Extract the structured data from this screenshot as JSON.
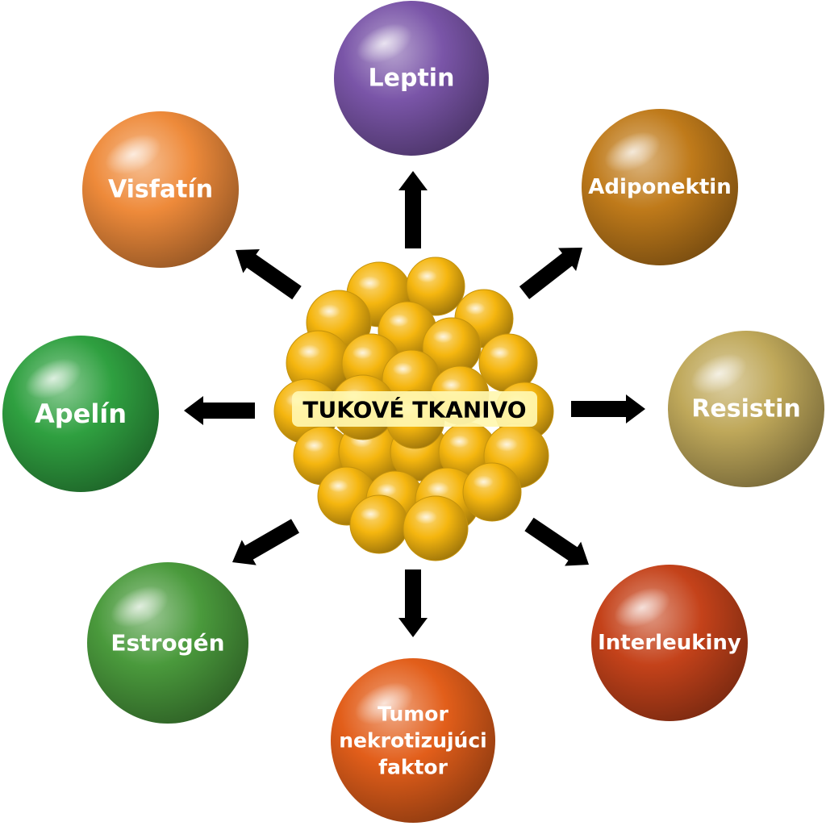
{
  "center": {
    "label": "TUKOVÉ TKANIVO",
    "label_bg_color": "#fff7b0",
    "cell_color": "#f5b60f"
  },
  "nodes": [
    {
      "id": "leptin",
      "label": "Leptin",
      "color": "#7a55a8"
    },
    {
      "id": "adiponektin",
      "label": "Adiponektin",
      "color": "#bf7a1a"
    },
    {
      "id": "resistin",
      "label": "Resistin",
      "color": "#bfa85a"
    },
    {
      "id": "interleukiny",
      "label": "Interleukiny",
      "color": "#c4421a"
    },
    {
      "id": "tnf",
      "label": "Tumor nekrotizujúci faktor",
      "label_lines": [
        "Tumor",
        "nekrotizujúci",
        "faktor"
      ],
      "color": "#e25e1a"
    },
    {
      "id": "estrogen",
      "label": "Estrogén",
      "color": "#4a9a3c"
    },
    {
      "id": "apelin",
      "label": "Apelín",
      "color": "#2fa040"
    },
    {
      "id": "visfatin",
      "label": "Visfatín",
      "color": "#ee8a3a"
    }
  ],
  "arrow_color": "#000000"
}
